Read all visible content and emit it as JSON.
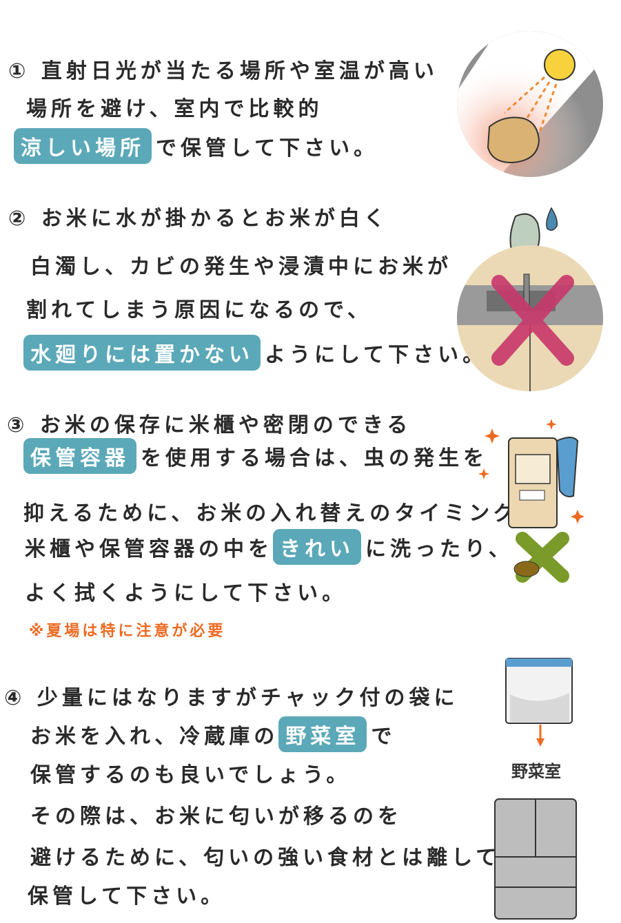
{
  "section1": {
    "line1": "① 直射日光が当たる場所や室温が高い",
    "line2": "場所を避け、室内で比較的",
    "highlight": "涼しい場所",
    "line3_rest": "で保管して下さい。"
  },
  "section2": {
    "line1": "② お米に水が掛かるとお米が白く",
    "line2": "白濁し、カビの発生や浸漬中にお米が",
    "line3": "割れてしまう原因になるので、",
    "highlight": "水廻りには置かない",
    "line4_rest": "ようにして下さい。"
  },
  "section3": {
    "line1": "③ お米の保存に米櫃や密閉のできる",
    "highlight1": "保管容器",
    "line2_rest": "を使用する場合は、虫の発生を",
    "line3": "抑えるために、お米の入れ替えのタイミングで",
    "line4_pre": "米櫃や保管容器の中を",
    "highlight2": "きれい",
    "line4_post": "に洗ったり、",
    "line5": "よく拭くようにして下さい。",
    "note": "※夏場は特に注意が必要"
  },
  "section4": {
    "line1": "④ 少量にはなりますがチャック付の袋に",
    "line2_pre": "お米を入れ、冷蔵庫の",
    "highlight": "野菜室",
    "line2_post": "で",
    "line3": "保管するのも良いでしょう。",
    "line4": "その際は、お米に匂いが移るのを",
    "line5": "避けるために、匂いの強い食材とは離して",
    "line6": "保管して下さい。",
    "illus_label": "野菜室"
  },
  "colors": {
    "highlight": "#5ba8b8",
    "note": "#ee6a22",
    "cross_red": "#c8386a",
    "cross_green": "#7a9a2a"
  }
}
